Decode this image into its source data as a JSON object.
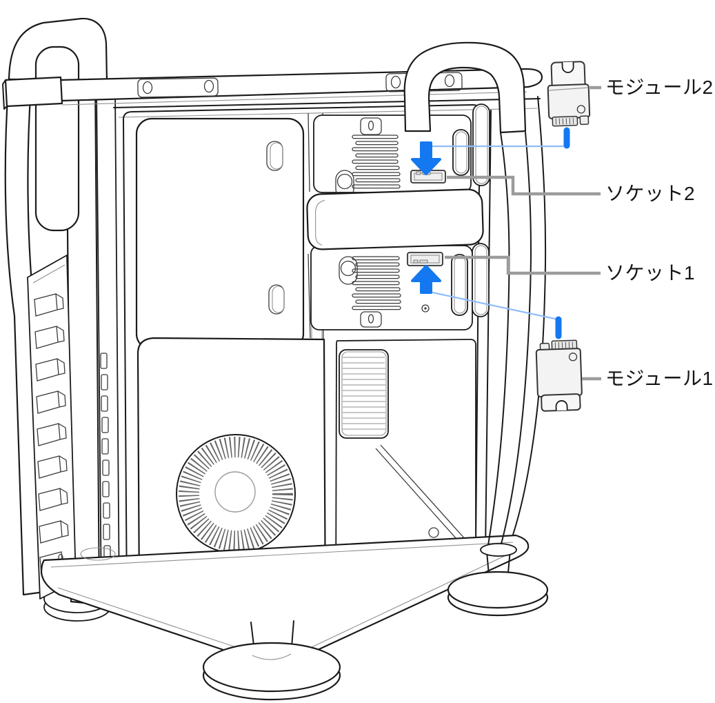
{
  "diagram": {
    "labels": {
      "module2": "モジュール2",
      "socket2": "ソケット2",
      "socket1": "ソケット1",
      "module1": "モジュール1"
    },
    "icons": {
      "insert_down": "arrow-down",
      "insert_up": "arrow-up"
    }
  },
  "colors": {
    "arrow_blue": "#1478F0",
    "connector_blue": "#8FBCF8",
    "callout_gray": "#9C9C9C",
    "line_dark": "#1A1A1A",
    "module_fill": "#F3F3F3"
  }
}
